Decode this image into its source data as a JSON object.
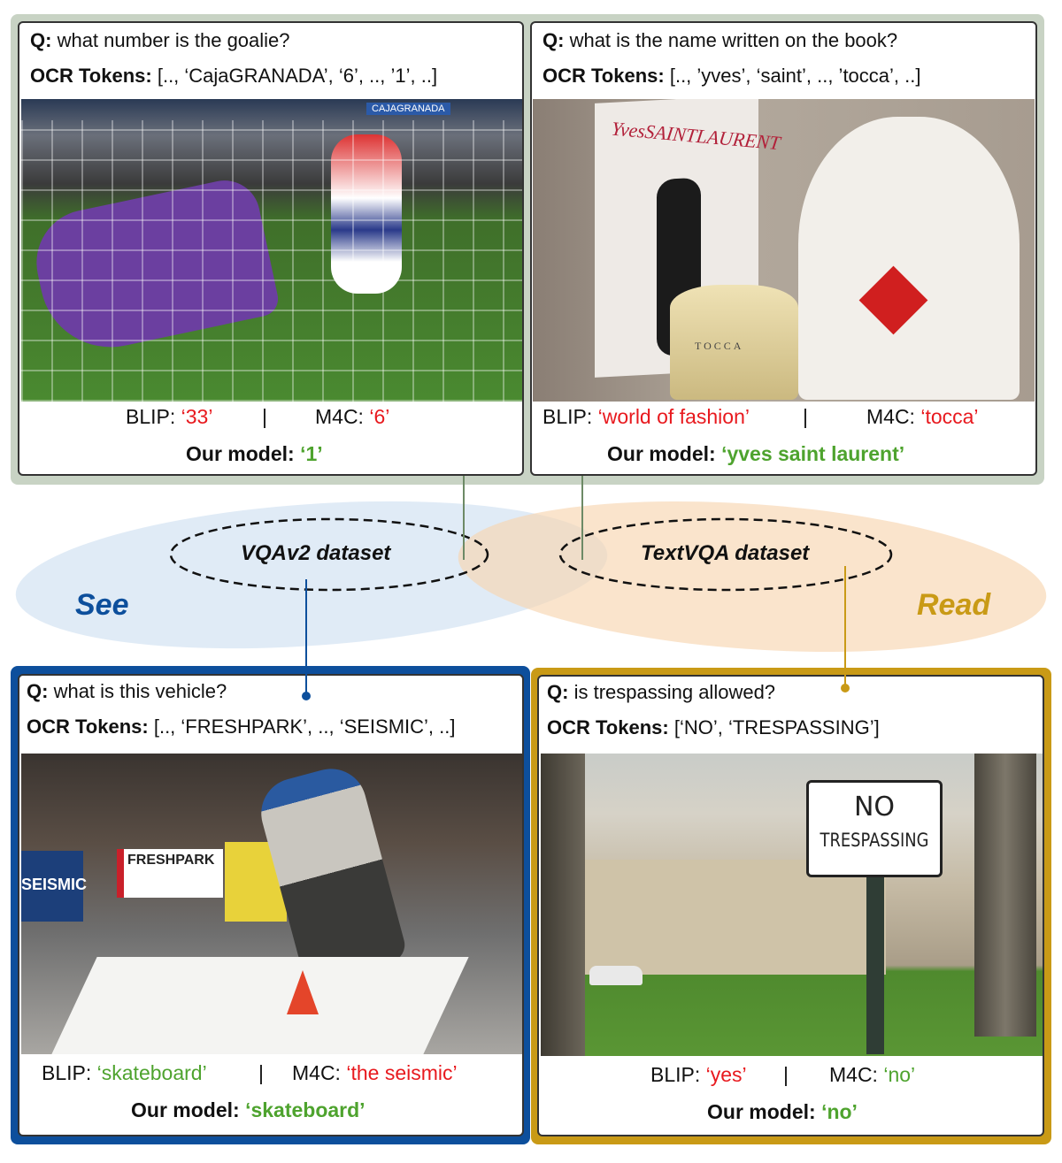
{
  "panels": {
    "goalie": {
      "question_label": "Q:",
      "question": "what number is the goalie?",
      "ocr_label": "OCR Tokens:",
      "ocr_tokens": "[.., ‘CajaGRANADA’, ‘6’, .., ’1’, ..]",
      "blip_label": "BLIP:",
      "blip_answer": "‘33’",
      "separator": "|",
      "m4c_label": "M4C:",
      "m4c_answer": "‘6’",
      "ours_label": "Our model:",
      "ours_answer": "‘1’",
      "image_text": "CAJAGRANADA"
    },
    "book": {
      "question_label": "Q:",
      "question": "what is the name written on the book?",
      "ocr_label": "OCR Tokens:",
      "ocr_tokens": "[.., ’yves’, ‘saint’, .., ’tocca’, ..]",
      "blip_label": "BLIP:",
      "blip_answer": "‘world of fashion’",
      "separator": "|",
      "m4c_label": "M4C:",
      "m4c_answer": "‘tocca’",
      "ours_label": "Our model:",
      "ours_answer": "‘yves saint laurent’",
      "image_text": "YvesSAINTLAURENT",
      "image_text2": "TOCCA"
    },
    "vehicle": {
      "question_label": "Q:",
      "question": "what is this vehicle?",
      "ocr_label": "OCR Tokens:",
      "ocr_tokens": "[.., ‘FRESHPARK’, .., ‘SEISMIC’, ..]",
      "blip_label": "BLIP:",
      "blip_answer": "‘skateboard’",
      "separator": "|",
      "m4c_label": "M4C:",
      "m4c_answer": "‘the seismic’",
      "ours_label": "Our model:",
      "ours_answer": "‘skateboard’",
      "image_text": "FRESHPARK",
      "image_text2": "SEISMIC"
    },
    "trespass": {
      "question_label": "Q:",
      "question": "is trespassing allowed?",
      "ocr_label": "OCR Tokens:",
      "ocr_tokens": "[‘NO’, ‘TRESPASSING’]",
      "blip_label": "BLIP:",
      "blip_answer": "‘yes’",
      "separator": "|",
      "m4c_label": "M4C:",
      "m4c_answer": "‘no’",
      "ours_label": "Our model:",
      "ours_answer": "‘no’",
      "sign_line1": "NO",
      "sign_line2": "TRESPASSING"
    }
  },
  "venn": {
    "vqa_label": "VQAv2 dataset",
    "textvqa_label": "TextVQA dataset",
    "see_label": "See",
    "read_label": "Read"
  },
  "colors": {
    "wrong": "#e8191e",
    "correct": "#4ea32e",
    "see": "#0d4f9c",
    "read": "#c99a16",
    "top_frame": "#c8d3c4"
  }
}
